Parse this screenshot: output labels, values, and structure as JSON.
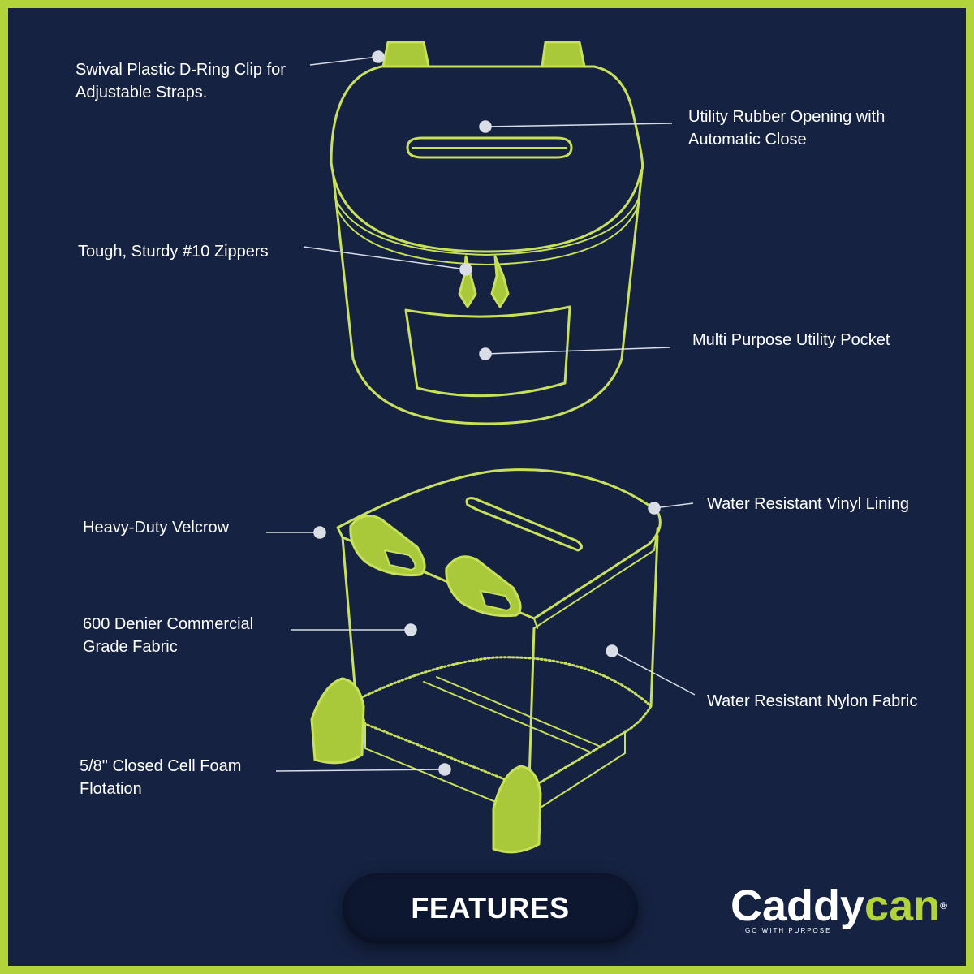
{
  "colors": {
    "background": "#152241",
    "border": "#b3d33a",
    "line": "#c8e05a",
    "fill": "#a9c93a",
    "leader": "#d8dde6"
  },
  "callouts": [
    {
      "id": "d-ring",
      "lines": [
        "Swival Plastic D-Ring Clip for",
        "Adjustable Straps."
      ]
    },
    {
      "id": "rubber-opening",
      "lines": [
        "Utility Rubber Opening with",
        "Automatic Close"
      ]
    },
    {
      "id": "zippers",
      "lines": [
        "Tough, Sturdy #10 Zippers"
      ]
    },
    {
      "id": "pocket",
      "lines": [
        "Multi Purpose Utility Pocket"
      ]
    },
    {
      "id": "velcrow",
      "lines": [
        "Heavy-Duty Velcrow"
      ]
    },
    {
      "id": "vinyl",
      "lines": [
        "Water Resistant Vinyl Lining"
      ]
    },
    {
      "id": "denier",
      "lines": [
        "600 Denier Commercial",
        "Grade Fabric"
      ]
    },
    {
      "id": "nylon",
      "lines": [
        "Water Resistant Nylon Fabric"
      ]
    },
    {
      "id": "foam",
      "lines": [
        "5/8\" Closed Cell Foam",
        "Flotation"
      ]
    }
  ],
  "footer": {
    "title": "FEATURES"
  },
  "logo": {
    "part1": "Caddy",
    "part2": "can",
    "mark": "®",
    "tagline": "GO WITH PURPOSE"
  }
}
